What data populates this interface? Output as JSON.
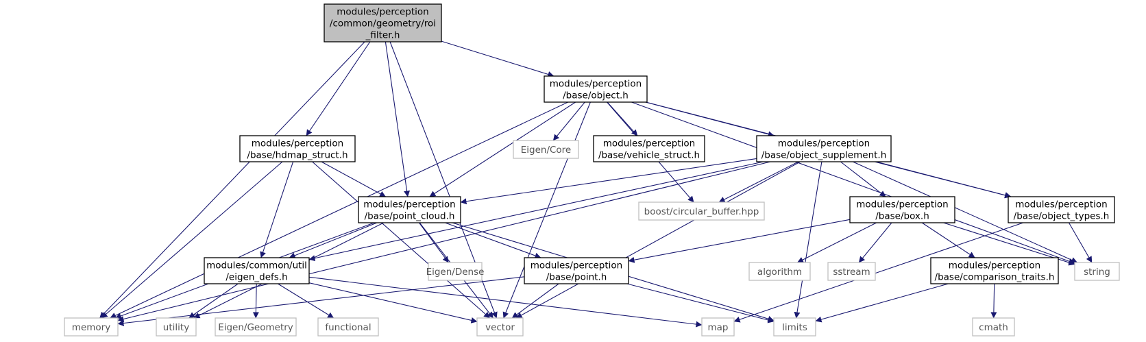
{
  "graph": {
    "colors": {
      "edge": "#191970",
      "header_border": "#000000",
      "root_fill": "#bfbfbf",
      "system_border": "#bfbfbf"
    },
    "nodes": [
      {
        "id": "roi_filter",
        "kind": "root",
        "lines": [
          "modules/perception",
          "/common/geometry/roi",
          "_filter.h"
        ]
      },
      {
        "id": "object",
        "kind": "header",
        "lines": [
          "modules/perception",
          "/base/object.h"
        ]
      },
      {
        "id": "hdmap_struct",
        "kind": "header",
        "lines": [
          "modules/perception",
          "/base/hdmap_struct.h"
        ]
      },
      {
        "id": "eigen_core",
        "kind": "system",
        "lines": [
          "Eigen/Core"
        ]
      },
      {
        "id": "vehicle_struct",
        "kind": "header",
        "lines": [
          "modules/perception",
          "/base/vehicle_struct.h"
        ]
      },
      {
        "id": "object_supplement",
        "kind": "header",
        "lines": [
          "modules/perception",
          "/base/object_supplement.h"
        ]
      },
      {
        "id": "point_cloud",
        "kind": "header",
        "lines": [
          "modules/perception",
          "/base/point_cloud.h"
        ]
      },
      {
        "id": "circular_buffer",
        "kind": "system",
        "lines": [
          "boost/circular_buffer.hpp"
        ]
      },
      {
        "id": "box",
        "kind": "header",
        "lines": [
          "modules/perception",
          "/base/box.h"
        ]
      },
      {
        "id": "object_types",
        "kind": "header",
        "lines": [
          "modules/perception",
          "/base/object_types.h"
        ]
      },
      {
        "id": "eigen_defs",
        "kind": "header",
        "lines": [
          "modules/common/util",
          "/eigen_defs.h"
        ]
      },
      {
        "id": "eigen_dense",
        "kind": "system",
        "lines": [
          "Eigen/Dense"
        ]
      },
      {
        "id": "point",
        "kind": "header",
        "lines": [
          "modules/perception",
          "/base/point.h"
        ]
      },
      {
        "id": "algorithm",
        "kind": "system",
        "lines": [
          "algorithm"
        ]
      },
      {
        "id": "sstream",
        "kind": "system",
        "lines": [
          "sstream"
        ]
      },
      {
        "id": "comparison_traits",
        "kind": "header",
        "lines": [
          "modules/perception",
          "/base/comparison_traits.h"
        ]
      },
      {
        "id": "string",
        "kind": "system",
        "lines": [
          "string"
        ]
      },
      {
        "id": "memory",
        "kind": "system",
        "lines": [
          "memory"
        ]
      },
      {
        "id": "utility",
        "kind": "system",
        "lines": [
          "utility"
        ]
      },
      {
        "id": "eigen_geometry",
        "kind": "system",
        "lines": [
          "Eigen/Geometry"
        ]
      },
      {
        "id": "functional",
        "kind": "system",
        "lines": [
          "functional"
        ]
      },
      {
        "id": "vector",
        "kind": "system",
        "lines": [
          "vector"
        ]
      },
      {
        "id": "map",
        "kind": "system",
        "lines": [
          "map"
        ]
      },
      {
        "id": "limits",
        "kind": "system",
        "lines": [
          "limits"
        ]
      },
      {
        "id": "cmath",
        "kind": "system",
        "lines": [
          "cmath"
        ]
      }
    ],
    "edges": [
      [
        "roi_filter",
        "memory"
      ],
      [
        "roi_filter",
        "object"
      ],
      [
        "roi_filter",
        "hdmap_struct"
      ],
      [
        "roi_filter",
        "point_cloud"
      ],
      [
        "roi_filter",
        "vector"
      ],
      [
        "object",
        "memory"
      ],
      [
        "object",
        "eigen_core"
      ],
      [
        "object",
        "vehicle_struct"
      ],
      [
        "object",
        "object_supplement"
      ],
      [
        "object",
        "point_cloud"
      ],
      [
        "object",
        "circular_buffer"
      ],
      [
        "object",
        "object_types"
      ],
      [
        "object",
        "string"
      ],
      [
        "object",
        "vector"
      ],
      [
        "hdmap_struct",
        "memory"
      ],
      [
        "hdmap_struct",
        "point_cloud"
      ],
      [
        "hdmap_struct",
        "eigen_defs"
      ],
      [
        "hdmap_struct",
        "vector"
      ],
      [
        "object_supplement",
        "memory"
      ],
      [
        "object_supplement",
        "point_cloud"
      ],
      [
        "object_supplement",
        "circular_buffer"
      ],
      [
        "object_supplement",
        "box"
      ],
      [
        "object_supplement",
        "object_types"
      ],
      [
        "object_supplement",
        "eigen_defs"
      ],
      [
        "object_supplement",
        "vector"
      ],
      [
        "object_supplement",
        "string"
      ],
      [
        "object_supplement",
        "limits"
      ],
      [
        "point_cloud",
        "memory"
      ],
      [
        "point_cloud",
        "utility"
      ],
      [
        "point_cloud",
        "eigen_defs"
      ],
      [
        "point_cloud",
        "eigen_dense"
      ],
      [
        "point_cloud",
        "point"
      ],
      [
        "point_cloud",
        "vector"
      ],
      [
        "point_cloud",
        "limits"
      ],
      [
        "box",
        "algorithm"
      ],
      [
        "box",
        "sstream"
      ],
      [
        "box",
        "comparison_traits"
      ],
      [
        "box",
        "string"
      ],
      [
        "box",
        "point"
      ],
      [
        "object_types",
        "string"
      ],
      [
        "object_types",
        "map"
      ],
      [
        "eigen_defs",
        "utility"
      ],
      [
        "eigen_defs",
        "eigen_geometry"
      ],
      [
        "eigen_defs",
        "functional"
      ],
      [
        "eigen_defs",
        "vector"
      ],
      [
        "eigen_defs",
        "map"
      ],
      [
        "point",
        "memory"
      ],
      [
        "point",
        "vector"
      ],
      [
        "point",
        "limits"
      ],
      [
        "comparison_traits",
        "cmath"
      ],
      [
        "comparison_traits",
        "limits"
      ]
    ]
  }
}
